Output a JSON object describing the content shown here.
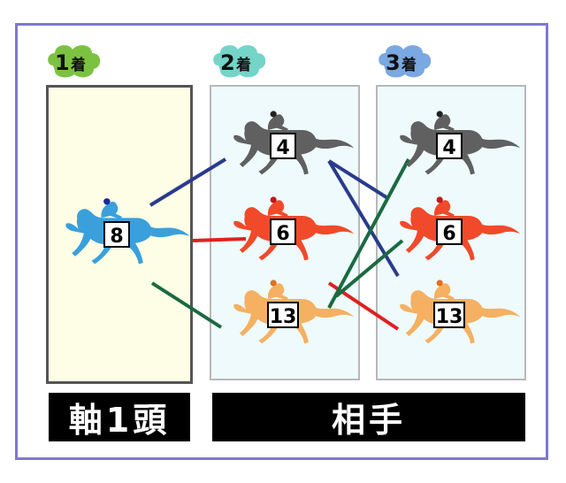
{
  "places": [
    {
      "number": "1",
      "suffix": "着",
      "color": "#7cc242"
    },
    {
      "number": "2",
      "suffix": "着",
      "color": "#74d4c8"
    },
    {
      "number": "3",
      "suffix": "着",
      "color": "#7aa8e0"
    }
  ],
  "axis_horse": {
    "number": "8",
    "color": "#3aa0dc"
  },
  "partner_horses": [
    {
      "number": "4",
      "color": "#606060"
    },
    {
      "number": "6",
      "color": "#f04a2a"
    },
    {
      "number": "13",
      "color": "#f5b062"
    }
  ],
  "connections": [
    {
      "from": "8",
      "to": "4",
      "place": "2着",
      "color": "#2a3a8c"
    },
    {
      "from": "8",
      "to": "6",
      "place": "2着",
      "color": "#e02020"
    },
    {
      "from": "8",
      "to": "13",
      "place": "2着",
      "color": "#1a6a40"
    },
    {
      "from": "4",
      "to": "6",
      "place": "3着",
      "color": "#2a3a8c"
    },
    {
      "from": "4",
      "to": "13",
      "place": "3着",
      "color": "#2a3a8c"
    },
    {
      "from": "6",
      "to": "13",
      "place": "3着",
      "color": "#e02020"
    },
    {
      "from": "13",
      "to": "4",
      "place": "3着",
      "color": "#1a6a40"
    },
    {
      "from": "13",
      "to": "6",
      "place": "3着",
      "color": "#1a6a40"
    }
  ],
  "footer": {
    "axis_label": "軸1頭",
    "partner_label": "相手"
  },
  "frame_color": "#8077d4"
}
